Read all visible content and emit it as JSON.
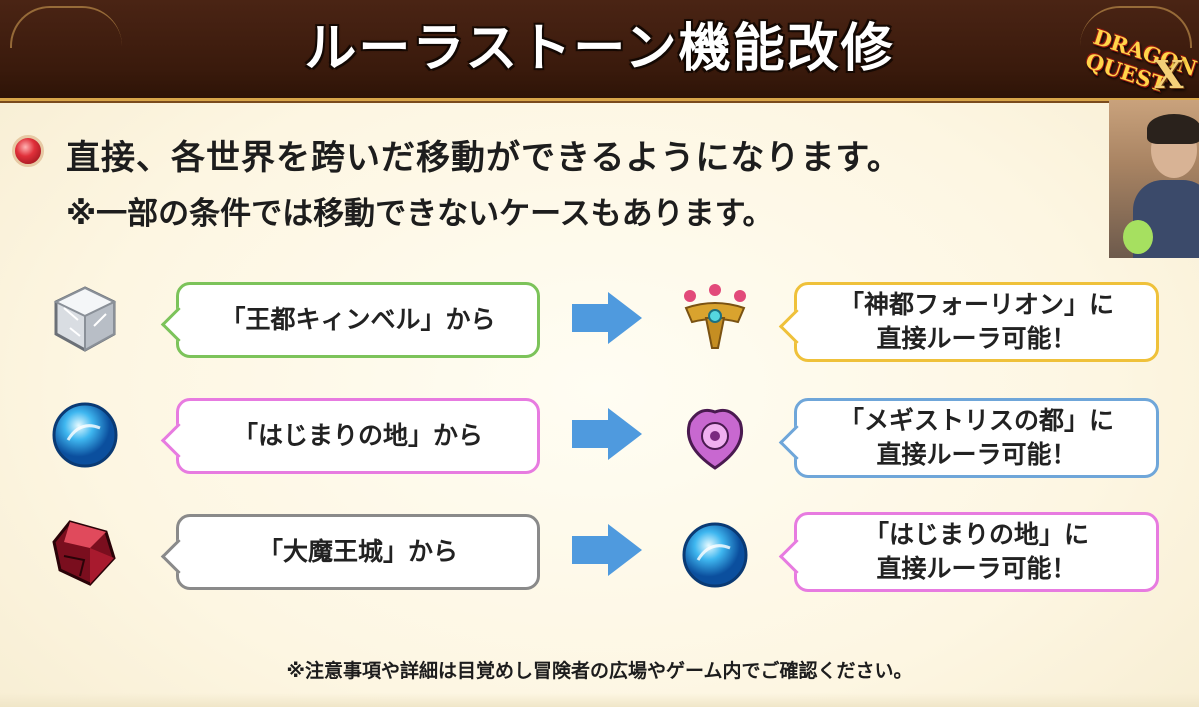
{
  "header": {
    "title": "ルーラストーン機能改修",
    "logo_text": "DRAGON QUEST",
    "logo_mark": "X"
  },
  "main": {
    "headline": "直接、各世界を跨いだ移動ができるようになります。",
    "note": "※一部の条件では移動できないケースもあります。"
  },
  "rows": [
    {
      "from_label": "「王都キィンベル」から",
      "from_icon": "crystal-cube-icon",
      "from_color": "#7cc35a",
      "to_label_1": "「神都フォーリオン」に",
      "to_label_2": "直接ルーラ可能！",
      "to_icon": "golden-crest-icon",
      "to_color": "#efc13a"
    },
    {
      "from_label": "「はじまりの地」から",
      "from_icon": "blue-orb-icon",
      "from_color": "#e77be0",
      "to_label_1": "「メギストリスの都」に",
      "to_label_2": "直接ルーラ可能！",
      "to_icon": "purple-emblem-icon",
      "to_color": "#6fa6d9"
    },
    {
      "from_label": "「大魔王城」から",
      "from_icon": "red-gem-icon",
      "from_color": "#8a8a8a",
      "to_label_1": "「はじまりの地」に",
      "to_label_2": "直接ルーラ可能！",
      "to_icon": "blue-orb-icon",
      "to_color": "#e77be0"
    }
  ],
  "footer": {
    "text": "※注意事項や詳細は目覚めし冒険者の広場やゲーム内でご確認ください。"
  },
  "colors": {
    "header_bg": "#3a1a0c",
    "arrow": "#4f9ade",
    "bullet": "#e0303a"
  }
}
